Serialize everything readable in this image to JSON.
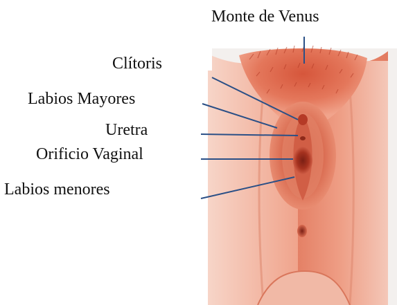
{
  "labels": {
    "monte_de_venus": "Monte de Venus",
    "clitoris": "Clítoris",
    "labios_mayores": "Labios Mayores",
    "uretra": "Uretra",
    "orificio_vaginal": "Orificio Vaginal",
    "labios_menores": "Labios menores"
  },
  "colors": {
    "skin": "#e9876b",
    "skin_dark": "#c9593f",
    "leader_line": "#2a4f86",
    "panel_bg": "#f3f0ee"
  }
}
